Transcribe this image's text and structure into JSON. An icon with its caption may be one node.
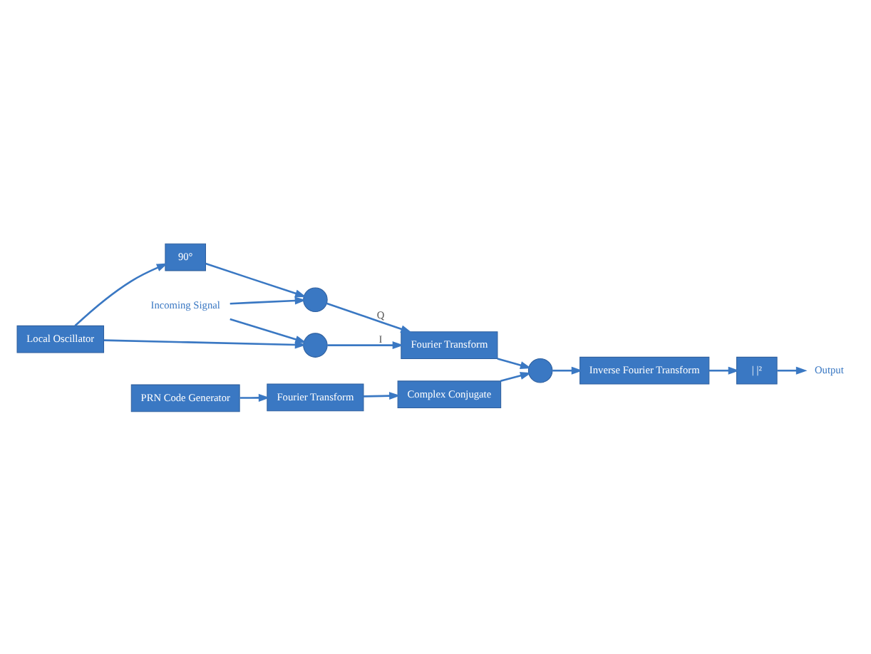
{
  "diagram": {
    "nodes": [
      {
        "text": [
          "Incoming Signal"
        ]
      },
      {
        "text": [],
        "shape": "circle"
      },
      {
        "text": [],
        "shape": "circle"
      },
      {
        "text": [
          "Fourier Transform"
        ]
      },
      {
        "text": [],
        "shape": "circle"
      },
      {
        "text": [
          "Inverse Fourier Transform"
        ]
      },
      {
        "text": [
          "| |²"
        ]
      },
      {
        "text": [
          "Output"
        ]
      },
      {
        "text": [
          "Complex Conjugate"
        ]
      },
      {
        "text": [
          "Fourier Transform"
        ]
      },
      {
        "text": [
          "PRN Code Generator"
        ]
      },
      {
        "text": [
          "90°"
        ]
      },
      {
        "text": [
          "Local Oscillator"
        ]
      }
    ],
    "edges": [
      {
        "from": 0,
        "to": 1,
        "arrow": "to"
      },
      {
        "from": 0,
        "to": 2,
        "arrow": "to"
      },
      {
        "from": 1,
        "to": 3,
        "arrow": "to",
        "label": "I"
      },
      {
        "from": 2,
        "to": 3,
        "arrow": "to",
        "label": "Q"
      },
      {
        "from": 3,
        "to": 4,
        "arrow": "to"
      },
      {
        "from": 4,
        "to": 5,
        "arrow": "to"
      },
      {
        "from": 5,
        "to": 6,
        "arrow": "to"
      },
      {
        "from": 6,
        "to": 7,
        "arrow": "to"
      },
      {
        "from": 8,
        "to": 4,
        "arrow": "to"
      },
      {
        "from": 9,
        "to": 8,
        "arrow": "to"
      },
      {
        "from": 10,
        "to": 9,
        "arrow": "to"
      },
      {
        "from": 11,
        "to": 2,
        "arrow": "to"
      },
      {
        "from": 12,
        "to": 11,
        "arrow": "to"
      },
      {
        "from": 12,
        "to": 1,
        "arrow": "to"
      }
    ]
  }
}
